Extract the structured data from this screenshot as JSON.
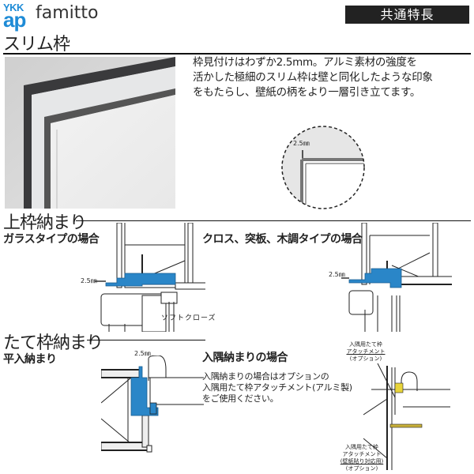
{
  "header": {
    "logo_top": "YKK",
    "logo_bottom": "ap",
    "brand": "famitto",
    "badge": "共通特長"
  },
  "slim_frame": {
    "title": "スリム枠",
    "description_lines": [
      "枠見付けはわずか2.5mm。アルミ素材の強度を",
      "活かした極細のスリム枠は壁と同化したような印象",
      "をもたらし、壁紙の柄をより一層引き立てます。"
    ],
    "detail_dimension": "2.5㎜"
  },
  "top_frame": {
    "title": "上枠納まり",
    "glass_type": {
      "label": "ガラスタイプの場合",
      "dimension": "2.5㎜",
      "soft_close_label": "ソフトクローズ"
    },
    "cloth_type": {
      "label": "クロス、突板、木調タイプの場合",
      "dimension": "2.5㎜"
    }
  },
  "vertical_frame": {
    "title": "たて枠納まり",
    "flat": {
      "label": "平入納まり",
      "dimension": "2.5㎜"
    },
    "corner": {
      "label": "入隅納まりの場合",
      "description_lines": [
        "入隅納まりの場合はオプションの",
        "入隅用たて枠アタッチメント(アルミ製)",
        "をご使用ください。"
      ],
      "callout_top": [
        "入隅用たて枠",
        "アタッチメント",
        "(オプション)"
      ],
      "callout_bottom": [
        "入隅用たて枠",
        "アタッチメント",
        "(壁紙貼り対応用)",
        "(オプション)"
      ]
    }
  },
  "colors": {
    "accent_blue": "#2a86c8",
    "logo_blue": "#1e8bd6",
    "badge_bg": "#222222",
    "attachment_yellow": "#e8d43a"
  }
}
